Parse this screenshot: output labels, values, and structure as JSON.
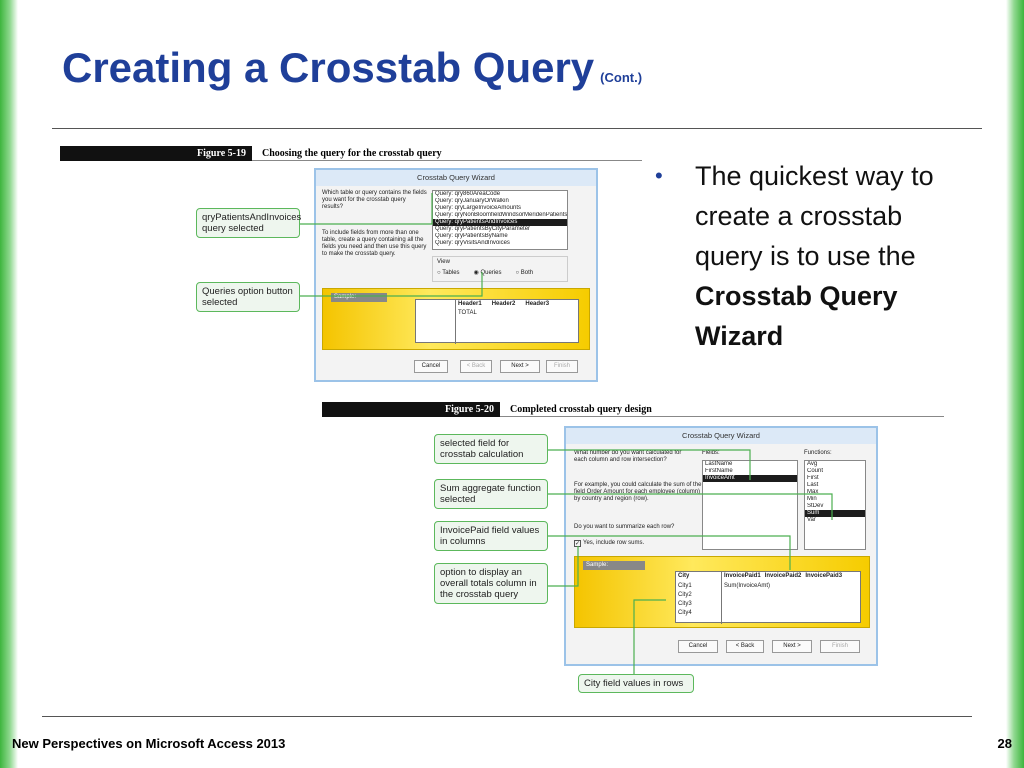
{
  "slide": {
    "title": "Creating a Crosstab Query",
    "title_suffix": "(Cont.)",
    "footer_left": "New Perspectives on Microsoft Access 2013",
    "page_number": "28"
  },
  "bullet": {
    "text_before": "The quickest way to create a crosstab query is to use the",
    "bold_text": "Crosstab Query Wizard"
  },
  "figure1": {
    "number": "Figure 5-19",
    "caption": "Choosing the query for the crosstab query",
    "dialog_title": "Crosstab Query Wizard",
    "prompt": "Which table or query contains the fields you want for the crosstab query results?",
    "hint": "To include fields from more than one table, create a query containing all the fields you need and then use this query to make the crosstab query.",
    "queries": [
      "Query: qry860AreaCode",
      "Query: qryJanuaryOrWalkin",
      "Query: qryLargeInvoiceAmounts",
      "Query: qryNonBloomfieldWindsorMeridenPatients",
      "Query: qryPatientsAndInvoices",
      "Query: qryPatientsByCityParameter",
      "Query: qryPatientsByName",
      "Query: qryVisitsAndInvoices"
    ],
    "view_label": "View",
    "view_options": [
      "Tables",
      "Queries",
      "Both"
    ],
    "sample_label": "Sample:",
    "headers": [
      "Header1",
      "Header2",
      "Header3"
    ],
    "total": "TOTAL",
    "buttons": [
      "Cancel",
      "< Back",
      "Next >",
      "Finish"
    ],
    "callouts": [
      "qryPatientsAndInvoices query selected",
      "Queries option button selected"
    ]
  },
  "figure2": {
    "number": "Figure 5-20",
    "caption": "Completed crosstab query design",
    "dialog_title": "Crosstab Query Wizard",
    "prompt": "What number do you want calculated for each column and row intersection?",
    "example": "For example, you could calculate the sum of the field Order Amount for each employee (column) by country and region (row).",
    "summarize": "Do you want to summarize each row?",
    "checkbox": "Yes, include row sums.",
    "fields_label": "Fields:",
    "fields": [
      "LastName",
      "FirstName",
      "InvoiceAmt"
    ],
    "functions_label": "Functions:",
    "functions": [
      "Avg",
      "Count",
      "First",
      "Last",
      "Max",
      "Min",
      "StDev",
      "Sum",
      "Var"
    ],
    "sample_label": "Sample:",
    "row_header": "City",
    "rows": [
      "City1",
      "City2",
      "City3",
      "City4"
    ],
    "col_headers": [
      "InvoicePaid1",
      "InvoicePaid2",
      "InvoicePaid3"
    ],
    "sum_text": "Sum(InvoiceAmt)",
    "buttons": [
      "Cancel",
      "< Back",
      "Next >",
      "Finish"
    ],
    "callouts": [
      "selected field for crosstab calculation",
      "Sum aggregate function selected",
      "InvoicePaid field values in columns",
      "option to display an overall totals column in the crosstab query",
      "City field values in rows"
    ]
  },
  "colors": {
    "title": "#1f3f99",
    "accent_green": "#5cb85c",
    "sample_yellow": "#f4c400"
  }
}
